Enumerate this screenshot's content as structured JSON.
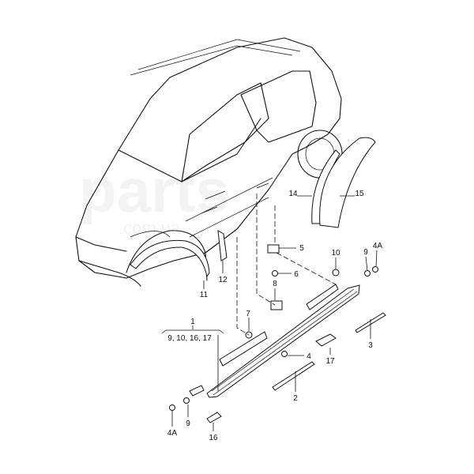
{
  "watermark": {
    "main": "parts",
    "sub": ".com.ua"
  },
  "callouts": {
    "p1": "1",
    "p1_includes": "9, 10, 16, 17",
    "p2": "2",
    "p3": "3",
    "p4": "4",
    "p4a_top": "4A",
    "p4a_bottom": "4A",
    "p5": "5",
    "p6": "6",
    "p7": "7",
    "p8": "8",
    "p9_top": "9",
    "p9_bottom": "9",
    "p10": "10",
    "p11": "11",
    "p12": "12",
    "p14": "14",
    "p15": "15",
    "p16": "16",
    "p17": "17"
  }
}
